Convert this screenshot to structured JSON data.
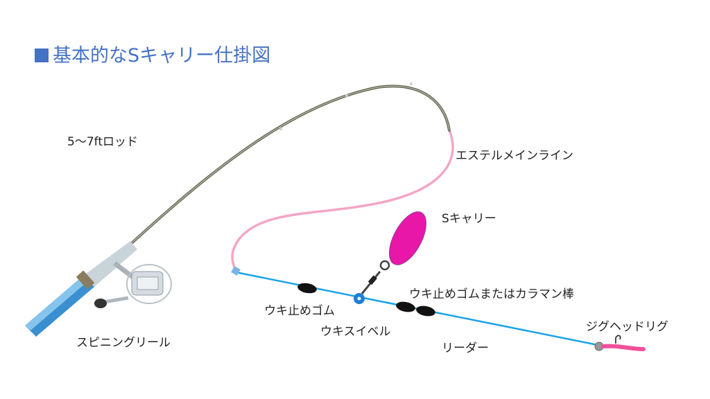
{
  "title": "基本的なSキャリー仕掛図",
  "labels": {
    "rod": "5〜7ftロッド",
    "main_line": "エステルメインライン",
    "s_carry": "Sキャリー",
    "stopper_upper": "ウキ止めゴムまたはカラマン棒",
    "stopper_lower": "ウキ止めゴム",
    "swivel": "ウキスイベル",
    "leader": "リーダー",
    "jighead": "ジグヘッドリグ",
    "reel": "スピニングリール"
  },
  "colors": {
    "title": "#4472c4",
    "main_line": "#f4a6c4",
    "leader": "#1aa3e8",
    "s_carry": "#e817a8",
    "stopper": "#111111",
    "swivel_float": "#1f7fd6",
    "worm": "#f0509a"
  }
}
